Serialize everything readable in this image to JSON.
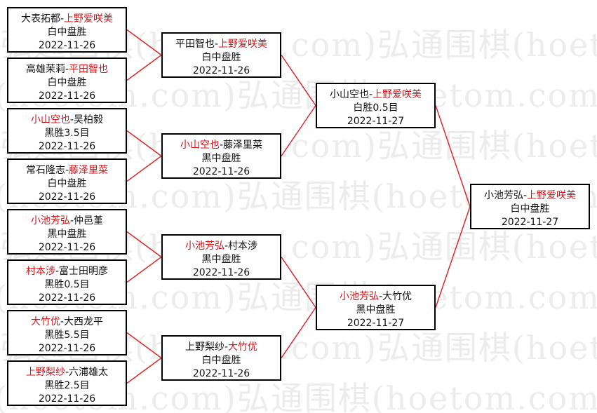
{
  "watermark_text": "弘通围棋(hoetom.com)",
  "round1": [
    {
      "p1": "大表拓都",
      "p2": "上野爱咲美",
      "winner": 2,
      "result": "白中盘胜",
      "date": "2022-11-26"
    },
    {
      "p1": "高雄茉莉",
      "p2": "平田智也",
      "winner": 2,
      "result": "白中盘胜",
      "date": "2022-11-26"
    },
    {
      "p1": "小山空也",
      "p2": "吴柏毅",
      "winner": 1,
      "result": "黑胜3.5目",
      "date": "2022-11-26"
    },
    {
      "p1": "常石隆志",
      "p2": "藤泽里菜",
      "winner": 2,
      "result": "白中盘胜",
      "date": "2022-11-26"
    },
    {
      "p1": "小池芳弘",
      "p2": "仲邑堇",
      "winner": 1,
      "result": "黑中盘胜",
      "date": "2022-11-26"
    },
    {
      "p1": "村本涉",
      "p2": "富士田明彦",
      "winner": 1,
      "result": "黑胜0.5目",
      "date": "2022-11-26"
    },
    {
      "p1": "大竹优",
      "p2": "大西龙平",
      "winner": 1,
      "result": "黑胜5.5目",
      "date": "2022-11-26"
    },
    {
      "p1": "上野梨纱",
      "p2": "六浦雄太",
      "winner": 1,
      "result": "黑胜2.5目",
      "date": "2022-11-26"
    }
  ],
  "round2": [
    {
      "p1": "平田智也",
      "p2": "上野爱咲美",
      "winner": 2,
      "result": "白中盘胜",
      "date": "2022-11-26"
    },
    {
      "p1": "小山空也",
      "p2": "藤泽里菜",
      "winner": 1,
      "result": "黑中盘胜",
      "date": "2022-11-26"
    },
    {
      "p1": "小池芳弘",
      "p2": "村本涉",
      "winner": 1,
      "result": "黑中盘胜",
      "date": "2022-11-26"
    },
    {
      "p1": "上野梨纱",
      "p2": "大竹优",
      "winner": 2,
      "result": "白中盘胜",
      "date": "2022-11-26"
    }
  ],
  "round3": [
    {
      "p1": "小山空也",
      "p2": "上野爱咲美",
      "winner": 2,
      "result": "白胜0.5目",
      "date": "2022-11-27"
    },
    {
      "p1": "小池芳弘",
      "p2": "大竹优",
      "winner": 1,
      "result": "黑中盘胜",
      "date": "2022-11-27"
    }
  ],
  "final": [
    {
      "p1": "小池芳弘",
      "p2": "上野爱咲美",
      "winner": 2,
      "result": "白中盘胜",
      "date": "2022-11-27"
    }
  ],
  "colors": {
    "winner_name": "#d0161b",
    "connector_line": "#e3262b",
    "box_border": "#000000",
    "watermark": "#ececec"
  }
}
